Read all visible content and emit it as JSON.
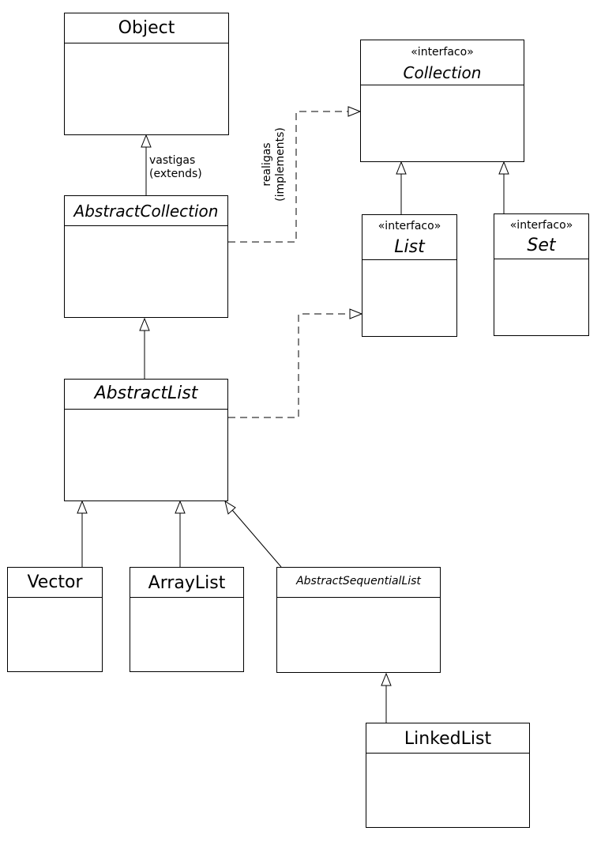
{
  "classes": {
    "object": {
      "name": "Object"
    },
    "abstract_collection": {
      "name": "AbstractCollection"
    },
    "abstract_list": {
      "name": "AbstractList"
    },
    "vector": {
      "name": "Vector"
    },
    "array_list": {
      "name": "ArrayList"
    },
    "abstract_sequential_list": {
      "name": "AbstractSequentialList"
    },
    "linked_list": {
      "name": "LinkedList"
    }
  },
  "interfaces": {
    "collection": {
      "stereotype": "«interfaco»",
      "name": "Collection"
    },
    "list": {
      "stereotype": "«interfaco»",
      "name": "List"
    },
    "set": {
      "stereotype": "«interfaco»",
      "name": "Set"
    }
  },
  "labels": {
    "extends_line1": "vastigas",
    "extends_line2": "(extends)",
    "implements_line1": "realigas",
    "implements_line2": "(implements)"
  },
  "colors": {
    "line": "#000000",
    "background": "#ffffff"
  }
}
